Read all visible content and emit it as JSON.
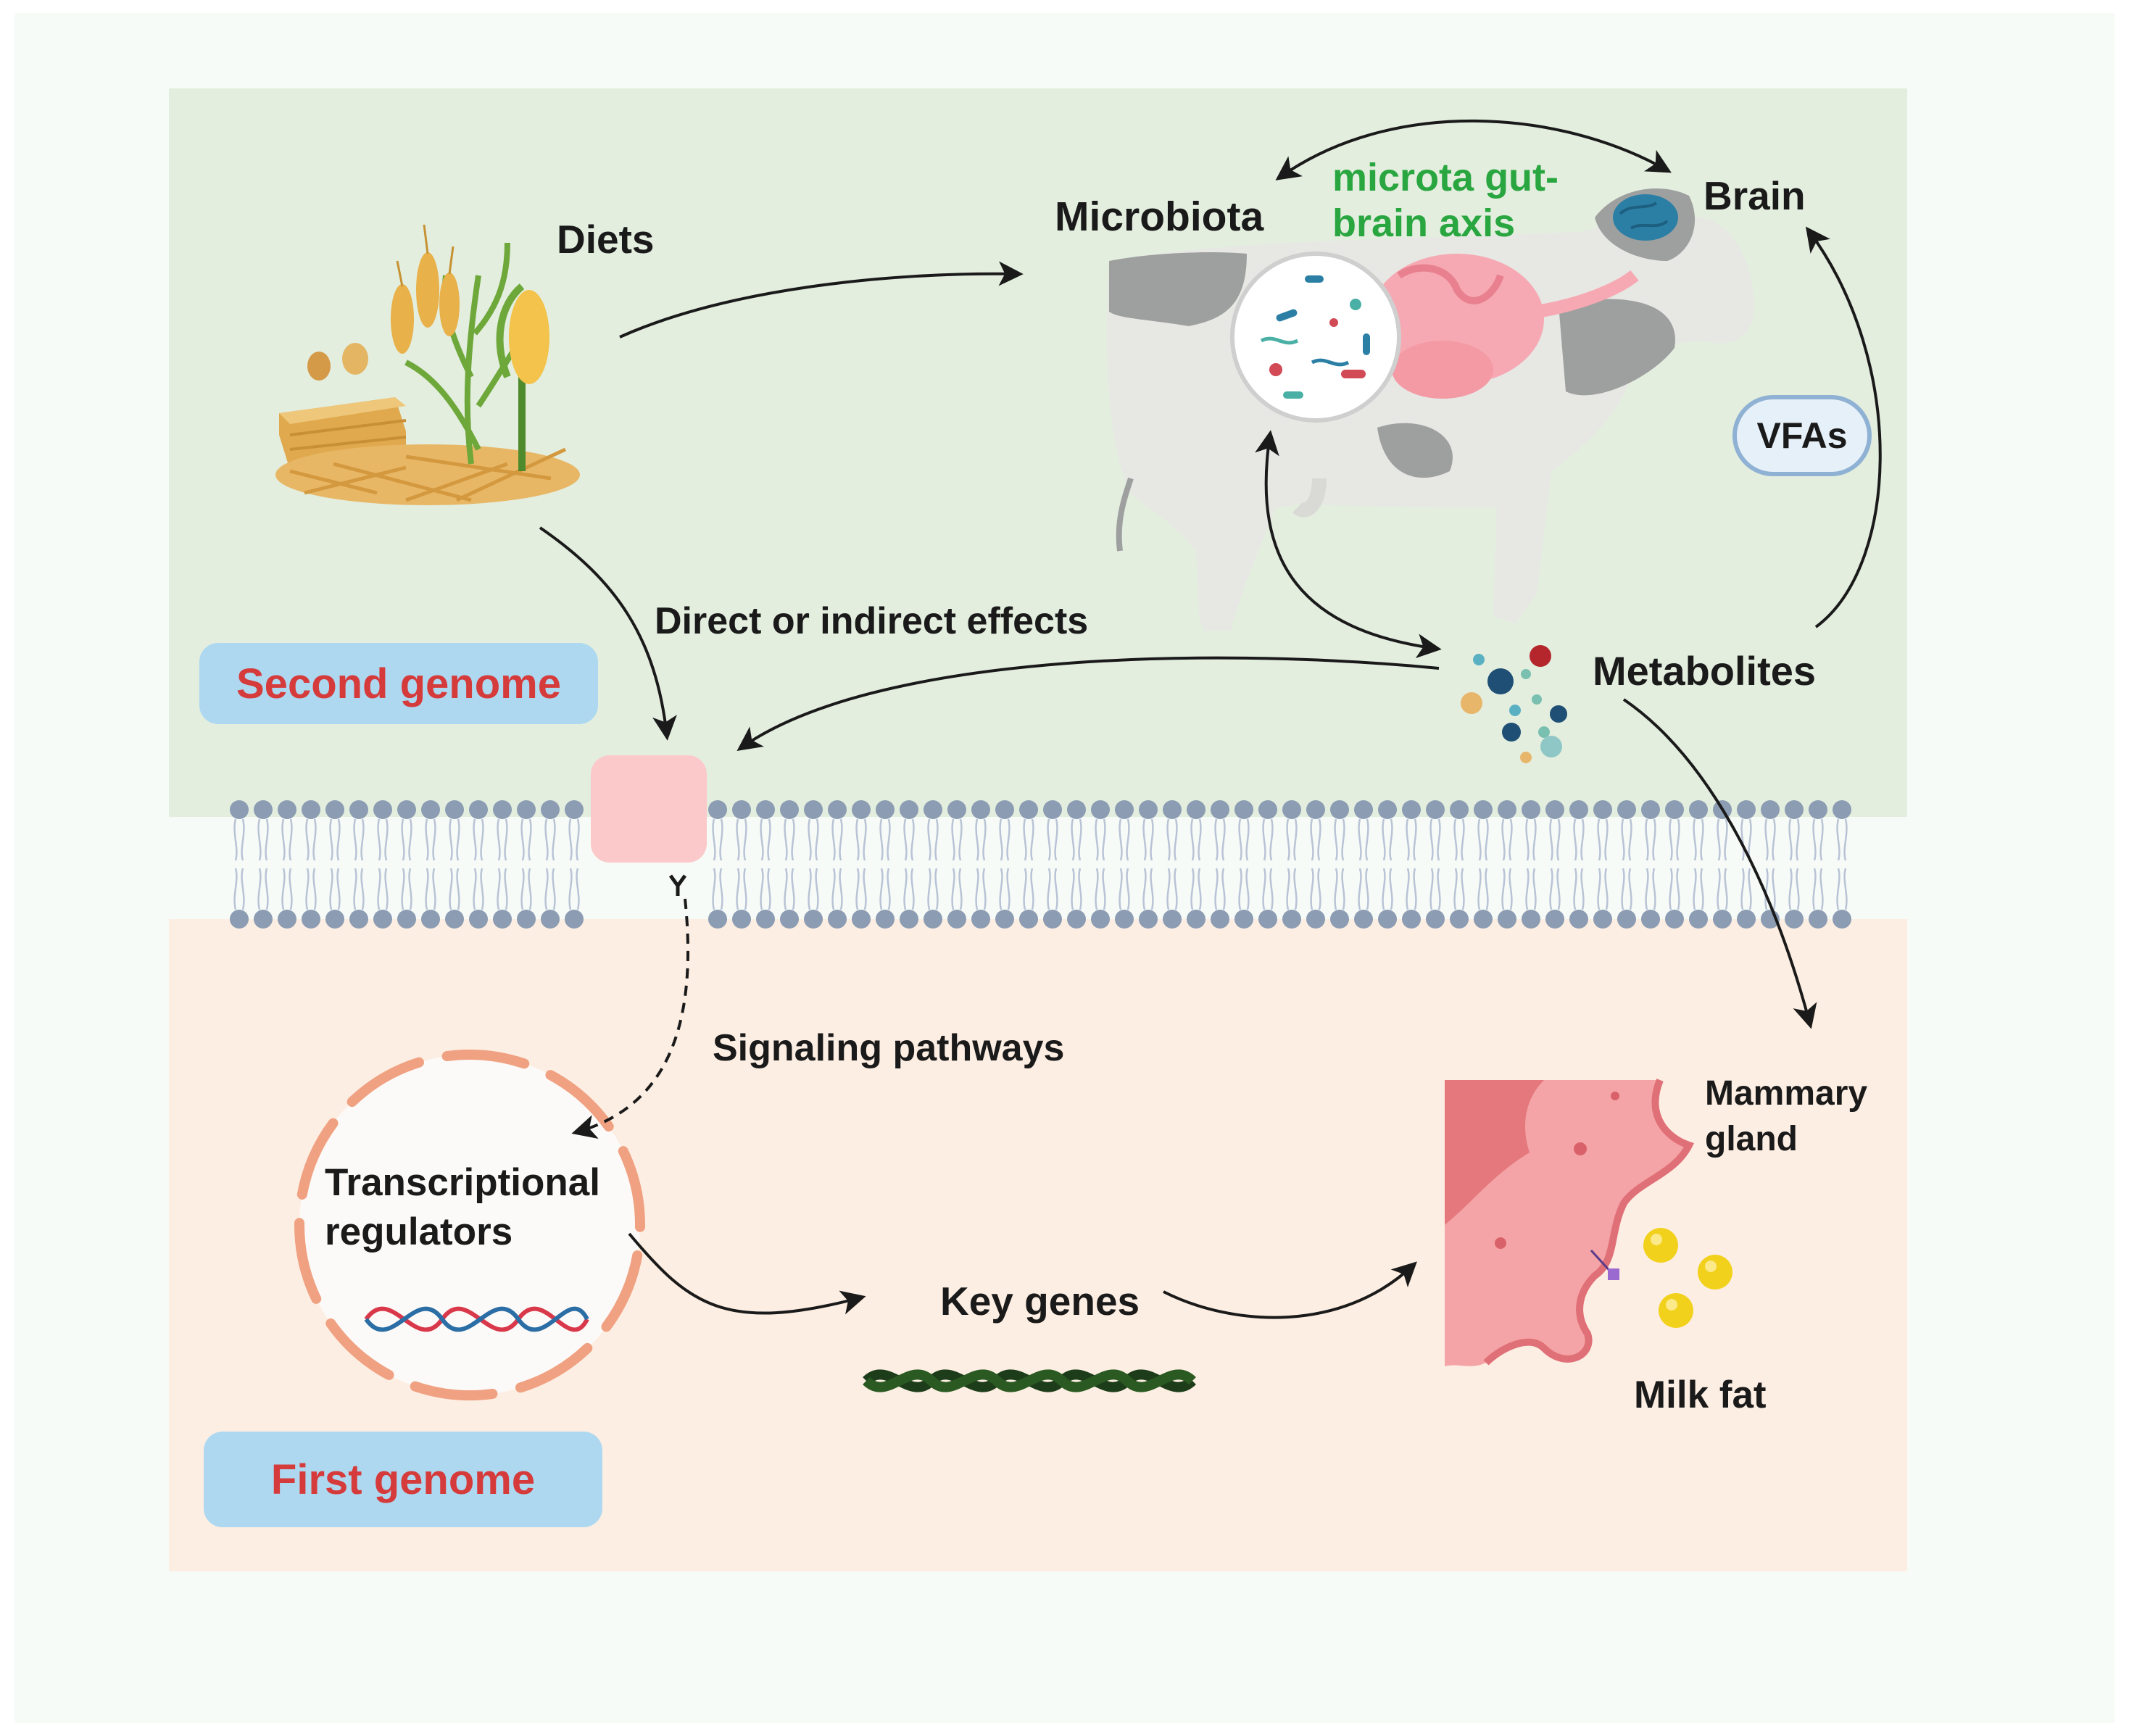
{
  "labels": {
    "diets": "Diets",
    "microbiota": "Microbiota",
    "axis_line1": "microta gut-",
    "axis_line2": "brain axis",
    "brain": "Brain",
    "vfas": "VFAs",
    "direct_effects": "Direct or indirect effects",
    "metabolites": "Metabolites",
    "second_genome": "Second genome",
    "signaling": "Signaling pathways",
    "transcription_line1": "Transcriptional",
    "transcription_line2": "regulators",
    "key_genes": "Key genes",
    "mammary_line1": "Mammary",
    "mammary_line2": "gland",
    "milk_fat": "Milk fat",
    "first_genome": "First genome"
  },
  "colors": {
    "upper_panel": "#e3eedf",
    "lower_panel": "#fdeee3",
    "genome_pill": "#aed8f0",
    "genome_text": "#d63b3b",
    "axis_text": "#2aa640",
    "receptor": "#fbc9c9",
    "membrane_head": "#8b9cb3",
    "nucleus_ring": "#f0a181",
    "mammary": "#f4a4a6",
    "milk_fat": "#f2d11c"
  },
  "icons": [
    "wheat-corn-hay-icon",
    "cow-icon",
    "microbe-magnifier-icon",
    "intestine-icon",
    "brain-icon",
    "metabolite-dots-icon",
    "receptor-icon",
    "cell-membrane-icon",
    "nucleus-icon",
    "dna-helix-icon",
    "mammary-tissue-icon",
    "fat-droplet-icon"
  ]
}
